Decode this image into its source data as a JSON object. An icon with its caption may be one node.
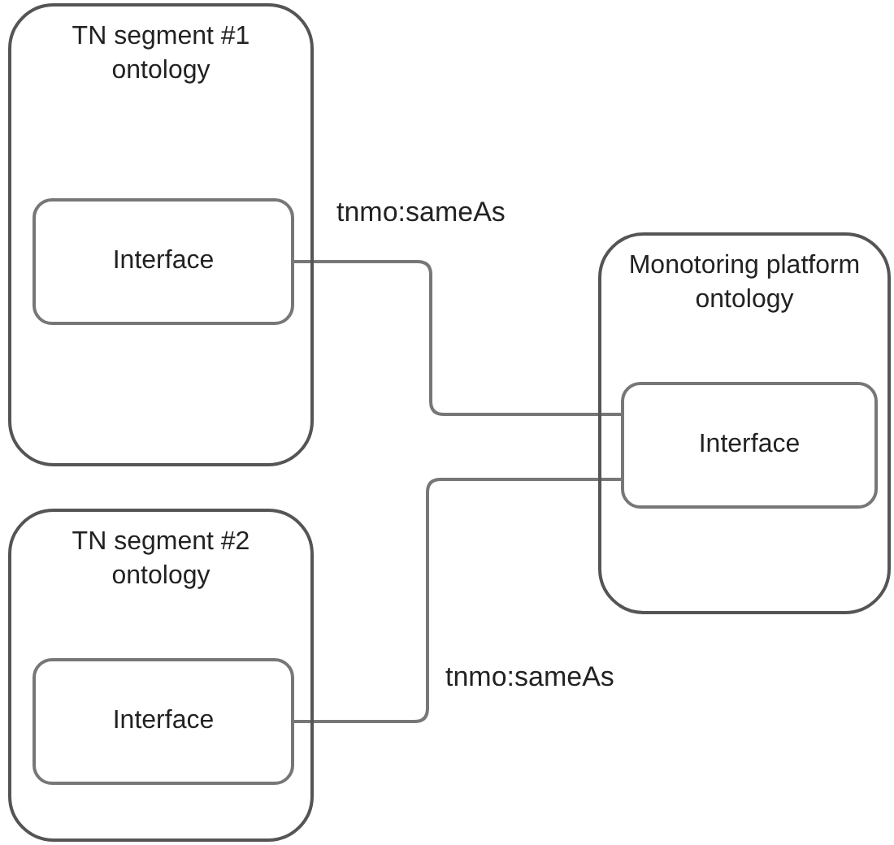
{
  "diagram": {
    "nodes": [
      {
        "text": [
          "TN segment #1 ontology"
        ]
      },
      {
        "text": [
          "Interface"
        ],
        "in": 0
      },
      {
        "text": [
          "TN segment #2 ontology"
        ]
      },
      {
        "text": [
          "Interface"
        ],
        "in": 2
      },
      {
        "text": [
          "Monotoring platform ontology"
        ]
      },
      {
        "text": [
          "Interface"
        ],
        "in": 4
      }
    ],
    "edges": [
      {
        "from": 1,
        "to": 5,
        "arrow": "none",
        "label": "tnmo:sameAs"
      },
      {
        "from": 3,
        "to": 5,
        "arrow": "none",
        "label": "tnmo:sameAs"
      }
    ]
  }
}
